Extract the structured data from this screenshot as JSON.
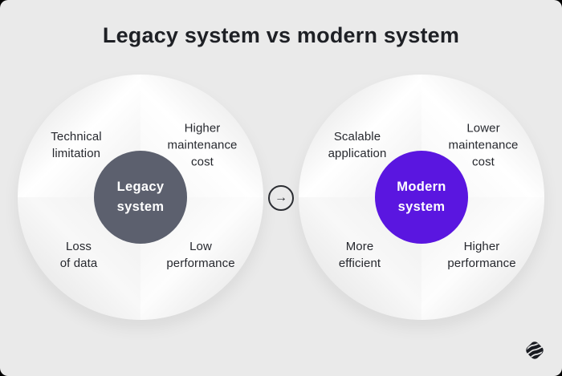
{
  "title": "Legacy system vs modern system",
  "icons": {
    "arrow_right": "→",
    "brand_logo": "wavy-diamond"
  },
  "colors": {
    "background": "#eaeaea",
    "title_text": "#1e2025",
    "label_text": "#26282e",
    "legacy_center": "#5c606e",
    "modern_center": "#5a16e0",
    "arrow": "#2c2e33",
    "logo": "#191b21"
  },
  "legacy_wheel": {
    "center_label": [
      "Legacy",
      "system"
    ],
    "quadrants": {
      "top_left": [
        "Technical",
        "limitation"
      ],
      "top_right": [
        "Higher",
        "maintenance",
        "cost"
      ],
      "bottom_left": [
        "Loss",
        "of data"
      ],
      "bottom_right": [
        "Low",
        "performance"
      ]
    }
  },
  "modern_wheel": {
    "center_label": [
      "Modern",
      "system"
    ],
    "quadrants": {
      "top_left": [
        "Scalable",
        "application"
      ],
      "top_right": [
        "Lower",
        "maintenance",
        "cost"
      ],
      "bottom_left": [
        "More",
        "efficient"
      ],
      "bottom_right": [
        "Higher",
        "performance"
      ]
    }
  }
}
